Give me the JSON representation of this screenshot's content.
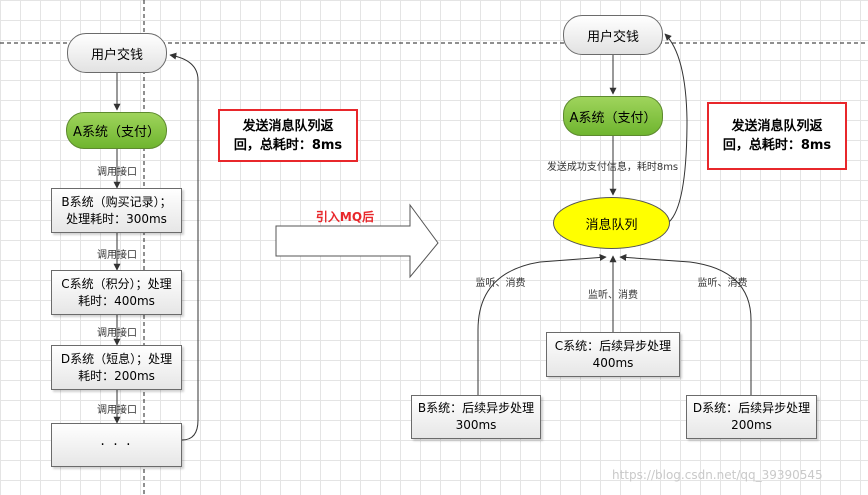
{
  "left": {
    "user_pay": "用户交钱",
    "sys_a": "A系统（支付）",
    "sys_b_line1": "B系统（购买记录）；",
    "sys_b_line2": "处理耗时：300ms",
    "sys_c_line1": "C系统（积分）；处理",
    "sys_c_line2": "耗时：400ms",
    "sys_d_line1": "D系统（短息）；处理",
    "sys_d_line2": "耗时：200ms",
    "ellipsis": "· · ·",
    "call_label_1": "调用接口",
    "call_label_2": "调用接口",
    "call_label_3": "调用接口",
    "call_label_4": "调用接口",
    "note_line1": "发送消息队列返",
    "note_line2": "回，总耗时：8ms"
  },
  "middle": {
    "intro_label": "引入MQ后"
  },
  "right": {
    "user_pay": "用户交钱",
    "sys_a": "A系统（支付）",
    "send_label": "发送成功支付信息，耗时8ms",
    "queue": "消息队列",
    "listen_left": "监听、消费",
    "listen_center": "监听、消费",
    "listen_right": "监听、消费",
    "sys_c_line1": "C系统：后续异步处理",
    "sys_c_line2": "400ms",
    "sys_b_line1": "B系统：后续异步处理",
    "sys_b_line2": "300ms",
    "sys_d_line1": "D系统：后续异步处理",
    "sys_d_line2": "200ms",
    "note_line1": "发送消息队列返",
    "note_line2": "回，总耗时：8ms"
  },
  "watermark": "https://blog.csdn.net/qq_39390545",
  "colors": {
    "green": "#7cc242",
    "queue_yellow": "#ffff00",
    "red_border": "#e8272b"
  }
}
